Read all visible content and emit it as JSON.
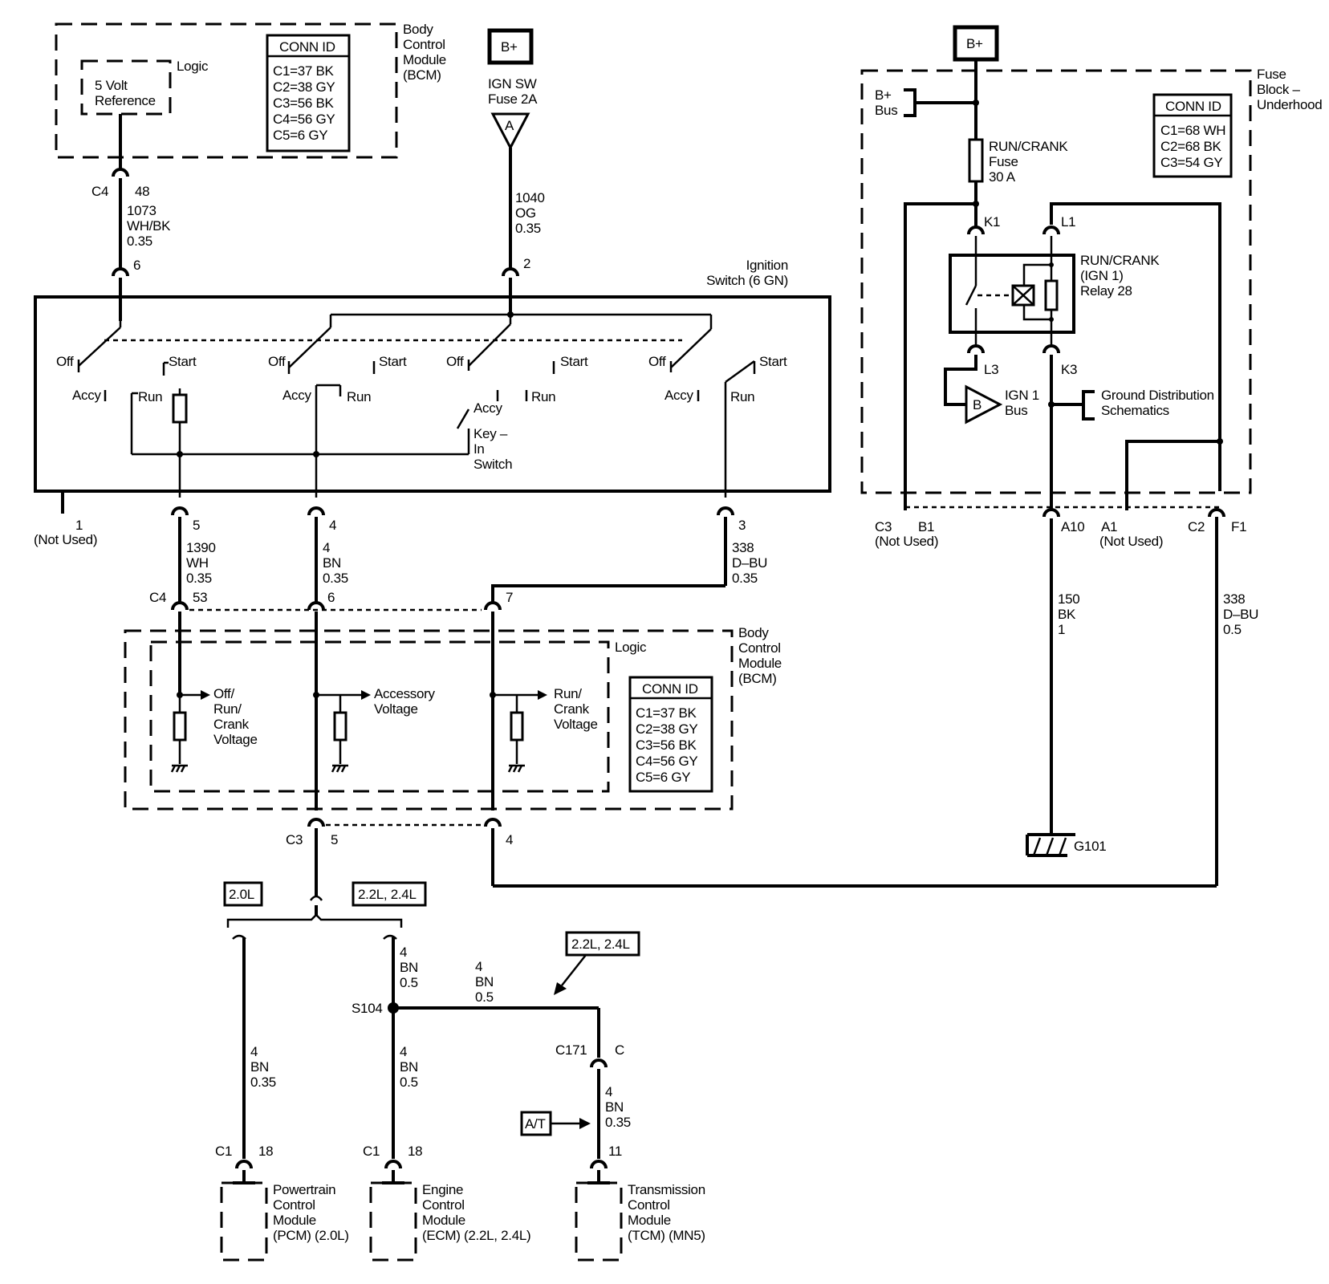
{
  "bcm_top": {
    "title": "Body\nControl\nModule\n(BCM)",
    "logic": "Logic",
    "ref": "5 Volt\nReference",
    "conn_id": "CONN ID",
    "conn": [
      "C1=37 BK",
      "C2=38 GY",
      "C3=56 BK",
      "C4=56 GY",
      "C5=6 GY"
    ]
  },
  "bplus": "B+",
  "ign_fuse": {
    "label": "IGN SW\nFuse 2A",
    "tag": "A"
  },
  "w_1073": {
    "conn": "C4",
    "pin_top": "48",
    "spec": "1073\nWH/BK\n0.35",
    "pin_bot": "6"
  },
  "w_1040": {
    "spec": "1040\nOG\n0.35",
    "pin": "2"
  },
  "ign_switch": {
    "title": "Ignition\nSwitch (6 GN)",
    "off": "Off",
    "start": "Start",
    "accy": "Accy",
    "run": "Run",
    "key_in": "Key –\nIn\nSwitch"
  },
  "pin1": {
    "pin": "1",
    "note": "(Not Used)"
  },
  "w_1390": {
    "pin": "5",
    "spec": "1390\nWH\n0.35",
    "conn": "C4",
    "pin_bcm": "53"
  },
  "w_4bn": {
    "pin": "4",
    "spec": "4\nBN\n0.35",
    "pin_bcm": "6"
  },
  "w_338": {
    "pin": "3",
    "spec": "338\nD–BU\n0.35",
    "pin_bcm": "7"
  },
  "bcm_bot": {
    "title": "Body\nControl\nModule\n(BCM)",
    "logic": "Logic",
    "sig1": "Off/\nRun/\nCrank\nVoltage",
    "sig2": "Accessory\nVoltage",
    "sig3": "Run/\nCrank\nVoltage",
    "conn_id": "CONN ID",
    "conn": [
      "C1=37 BK",
      "C2=38 GY",
      "C3=56 BK",
      "C4=56 GY",
      "C5=6 GY"
    ]
  },
  "c3": {
    "conn": "C3",
    "pin5": "5",
    "pin4": "4"
  },
  "engine_tags": {
    "l20": "2.0L",
    "l22": "2.2L, 2.4L",
    "l22b": "2.2L, 2.4L",
    "at": "A/T"
  },
  "bottom_wires": {
    "pcm_spec": "4\nBN\n0.35",
    "ecm_top_spec": "4\nBN\n0.5",
    "splice_spec": "4\nBN\n0.5",
    "ecm_bot_spec": "4\nBN\n0.5",
    "splice": "S104",
    "c171": "C171",
    "c171_pin": "C",
    "tcm_spec": "4\nBN\n0.35",
    "tcm_pin": "11"
  },
  "modules": {
    "pcm": {
      "conn": "C1",
      "pin": "18",
      "name": "Powertrain\nControl\nModule\n(PCM) (2.0L)"
    },
    "ecm": {
      "conn": "C1",
      "pin": "18",
      "name": "Engine\nControl\nModule\n(ECM) (2.2L, 2.4L)"
    },
    "tcm": {
      "name": "Transmission\nControl\nModule\n(TCM) (MN5)"
    }
  },
  "fuse_block": {
    "title": "Fuse\nBlock –\nUnderhood",
    "bus": "B+\nBus",
    "fuse": "RUN/CRANK\nFuse\n30 A",
    "conn_id": "CONN ID",
    "conn": [
      "C1=68 WH",
      "C2=68 BK",
      "C3=54 GY"
    ],
    "k1": "K1",
    "l1": "L1",
    "l3": "L3",
    "k3": "K3",
    "relay": "RUN/CRANK\n(IGN 1)\nRelay 28",
    "ign1_tag": "B",
    "ign1": "IGN 1\nBus",
    "gnd_dist": "Ground Distribution\nSchematics"
  },
  "fuse_pins": {
    "c3": "C3",
    "c3_note": "(Not Used)",
    "b1": "B1",
    "a10": "A10",
    "a1": "A1",
    "a1_note": "(Not Used)",
    "c2": "C2",
    "f1": "F1"
  },
  "w_150": "150\nBK\n1",
  "w_338b": "338\nD–BU\n0.5",
  "g101": "G101"
}
